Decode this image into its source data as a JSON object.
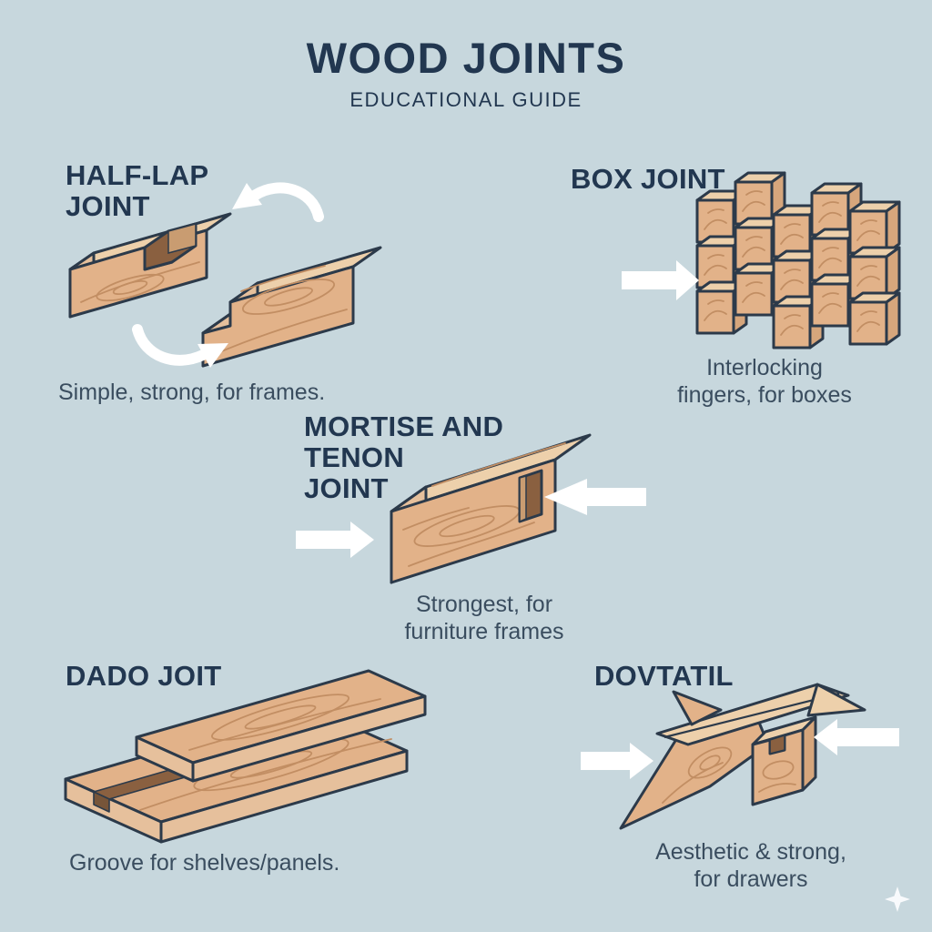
{
  "title": "WOOD JOINTS",
  "subtitle": "EDUCATIONAL GUIDE",
  "colors": {
    "bg": "#c7d7dd",
    "heading": "#223750",
    "caption": "#3a4d5f",
    "outline": "#2c3a4a",
    "arrow": "#ffffff",
    "wood_face": "#e2b289",
    "wood_top": "#edd0ab",
    "wood_end": "#e6c09c",
    "wood_side": "#d6a67c",
    "wood_grain": "#c28e63",
    "wood_inner": "#c99c71",
    "wood_dark": "#8a6040",
    "wood_deep": "#775539"
  },
  "sections": {
    "half_lap": {
      "title": "HALF-LAP\nJOINT",
      "caption": "Simple, strong, for frames."
    },
    "box": {
      "title": "BOX JOINT",
      "caption": "Interlocking\nfingers, for boxes"
    },
    "mortise": {
      "title": "MORTISE AND\nTENON\nJOINT",
      "caption": "Strongest, for\nfurniture frames"
    },
    "dado": {
      "title": "DADO JOIT",
      "caption": "Groove for shelves/panels."
    },
    "dovetail": {
      "title": "DOVTATIL",
      "caption": "Aesthetic & strong,\nfor drawers"
    }
  }
}
